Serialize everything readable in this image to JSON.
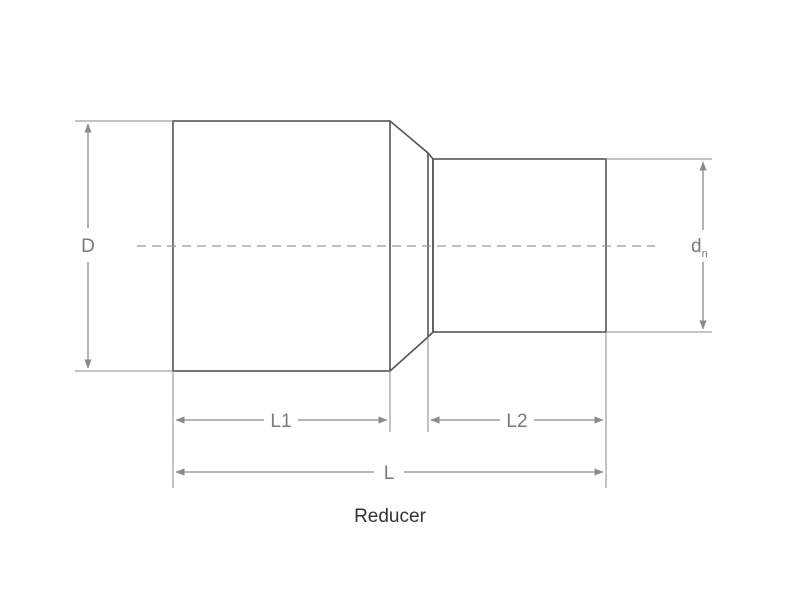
{
  "diagram": {
    "caption": "Reducer",
    "labels": {
      "D": "D",
      "dn_main": "d",
      "dn_sub": "n",
      "L1": "L1",
      "L2": "L2",
      "L": "L"
    },
    "colors": {
      "outline": "#555555",
      "dimension": "#8a8a8a",
      "centerline": "#999999",
      "text": "#7a7a7a"
    }
  }
}
